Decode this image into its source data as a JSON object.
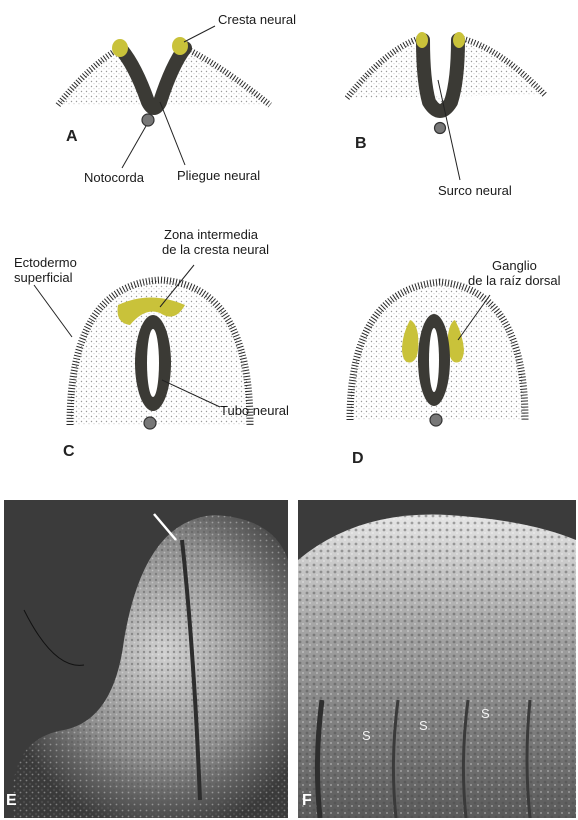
{
  "panels": {
    "A": {
      "letter": "A",
      "labels": {
        "crest": "Cresta neural",
        "notochord": "Notocorda",
        "fold": "Pliegue neural"
      }
    },
    "B": {
      "letter": "B",
      "labels": {
        "groove": "Surco neural"
      }
    },
    "C": {
      "letter": "C",
      "labels": {
        "ectoderm_1": "Ectodermo",
        "ectoderm_2": "superficial",
        "zone_1": "Zona intermedia",
        "zone_2": "de la cresta neural",
        "tube": "Tubo neural"
      }
    },
    "D": {
      "letter": "D",
      "labels": {
        "ganglion_1": "Ganglio",
        "ganglion_2": "de la raíz dorsal"
      }
    },
    "E": {
      "letter": "E"
    },
    "F": {
      "letter": "F",
      "somites": [
        "S",
        "S",
        "S"
      ]
    }
  },
  "colors": {
    "neural": "#3b3a35",
    "crest": "#c9c23a",
    "ectoderm": "#2a2a2a",
    "mesoderm_dots": "#9a9a9a",
    "photo_dark": "#3a3a3a",
    "photo_light": "#d8d8d8"
  }
}
